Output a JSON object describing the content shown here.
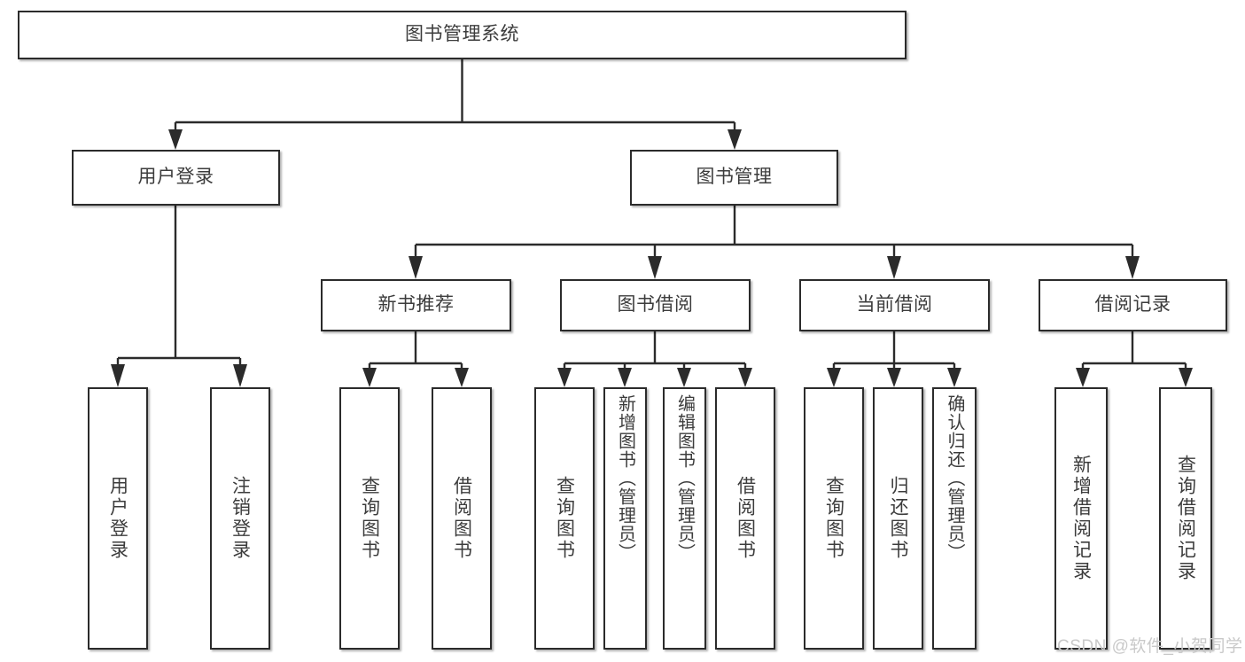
{
  "diagram": {
    "type": "tree-hierarchy-chart",
    "title": "图书管理系统",
    "orientation": "top-down",
    "colors": {
      "stroke": "#2b2b2b",
      "fill": "#ffffff",
      "text": "#3c3c3c",
      "watermark": "#c9c9c9"
    },
    "root": {
      "label": "图书管理系统"
    },
    "level2": [
      {
        "label": "用户登录"
      },
      {
        "label": "图书管理"
      }
    ],
    "level3": [
      {
        "label": "新书推荐"
      },
      {
        "label": "图书借阅"
      },
      {
        "label": "当前借阅"
      },
      {
        "label": "借阅记录"
      }
    ],
    "leaves": {
      "user_login": [
        {
          "label": "用户登录"
        },
        {
          "label": "注销登录"
        }
      ],
      "new_book_recommend": [
        {
          "label": "查询图书"
        },
        {
          "label": "借阅图书"
        }
      ],
      "book_borrow": [
        {
          "label": "查询图书"
        },
        {
          "label": "新增图书（管理员）"
        },
        {
          "label": "编辑图书（管理员）"
        },
        {
          "label": "借阅图书"
        }
      ],
      "current_borrow": [
        {
          "label": "查询图书"
        },
        {
          "label": "归还图书"
        },
        {
          "label": "确认归还（管理员）"
        }
      ],
      "borrow_record": [
        {
          "label": "新增借阅记录"
        },
        {
          "label": "查询借阅记录"
        }
      ]
    }
  },
  "watermark": {
    "text": "CSDN @软件_小贺同学"
  }
}
